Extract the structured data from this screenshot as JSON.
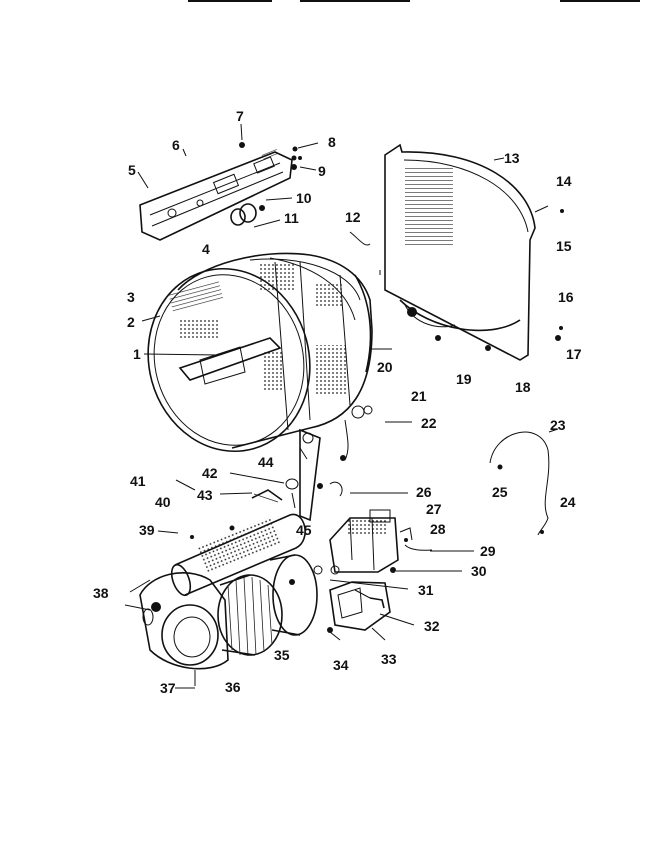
{
  "labels": {
    "p1": "1",
    "p2": "2",
    "p3": "3",
    "p4": "4",
    "p5": "5",
    "p6": "6",
    "p7": "7",
    "p8": "8",
    "p9": "9",
    "p10": "10",
    "p11": "11",
    "p12": "12",
    "p13": "13",
    "p14": "14",
    "p15": "15",
    "p16": "16",
    "p17": "17",
    "p18": "18",
    "p19": "19",
    "p20": "20",
    "p21": "21",
    "p22": "22",
    "p23": "23",
    "p24": "24",
    "p25": "25",
    "p26": "26",
    "p27": "27",
    "p28": "28",
    "p29": "29",
    "p30": "30",
    "p31": "31",
    "p32": "32",
    "p33": "33",
    "p34": "34",
    "p35": "35",
    "p36": "36",
    "p37": "37",
    "p38": "38",
    "p39": "39",
    "p40": "40",
    "p41": "41",
    "p42": "42",
    "p43": "43",
    "p44": "44",
    "p45": "45"
  },
  "colors": {
    "ink": "#111111",
    "paper": "#ffffff"
  }
}
